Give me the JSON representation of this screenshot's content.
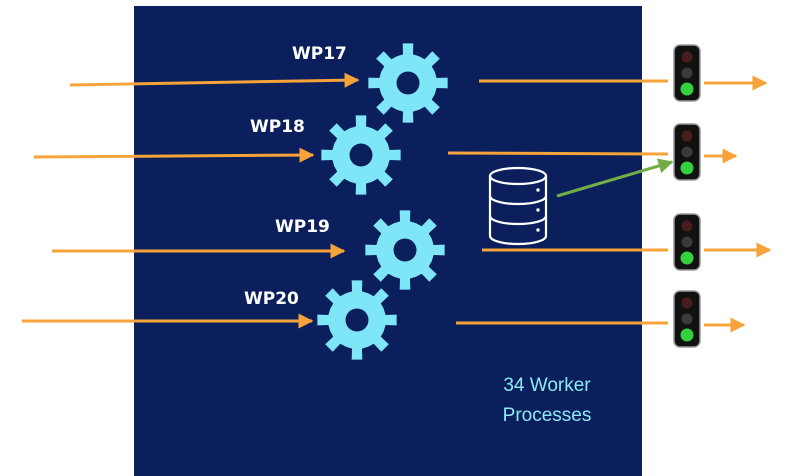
{
  "colors": {
    "panel": "#0b1f5c",
    "gear": "#7fe6f7",
    "arrow": "#f5a33a",
    "db_link": "#72ad46",
    "db_icon": "#ffffff",
    "light_body": "#111111",
    "light_green": "#34d23c",
    "light_off": "#3a3a3a",
    "caption": "#8ee9f5"
  },
  "icons": [
    "gear-icon",
    "database-icon",
    "traffic-light-icon",
    "arrow-icon"
  ],
  "workers": [
    {
      "label": "WP17"
    },
    {
      "label": "WP18"
    },
    {
      "label": "WP19"
    },
    {
      "label": "WP20"
    }
  ],
  "traffic_lights": [
    {
      "active": "green"
    },
    {
      "active": "green"
    },
    {
      "active": "green"
    },
    {
      "active": "green"
    }
  ],
  "caption": {
    "line1": "34 Worker",
    "line2": "Processes"
  }
}
